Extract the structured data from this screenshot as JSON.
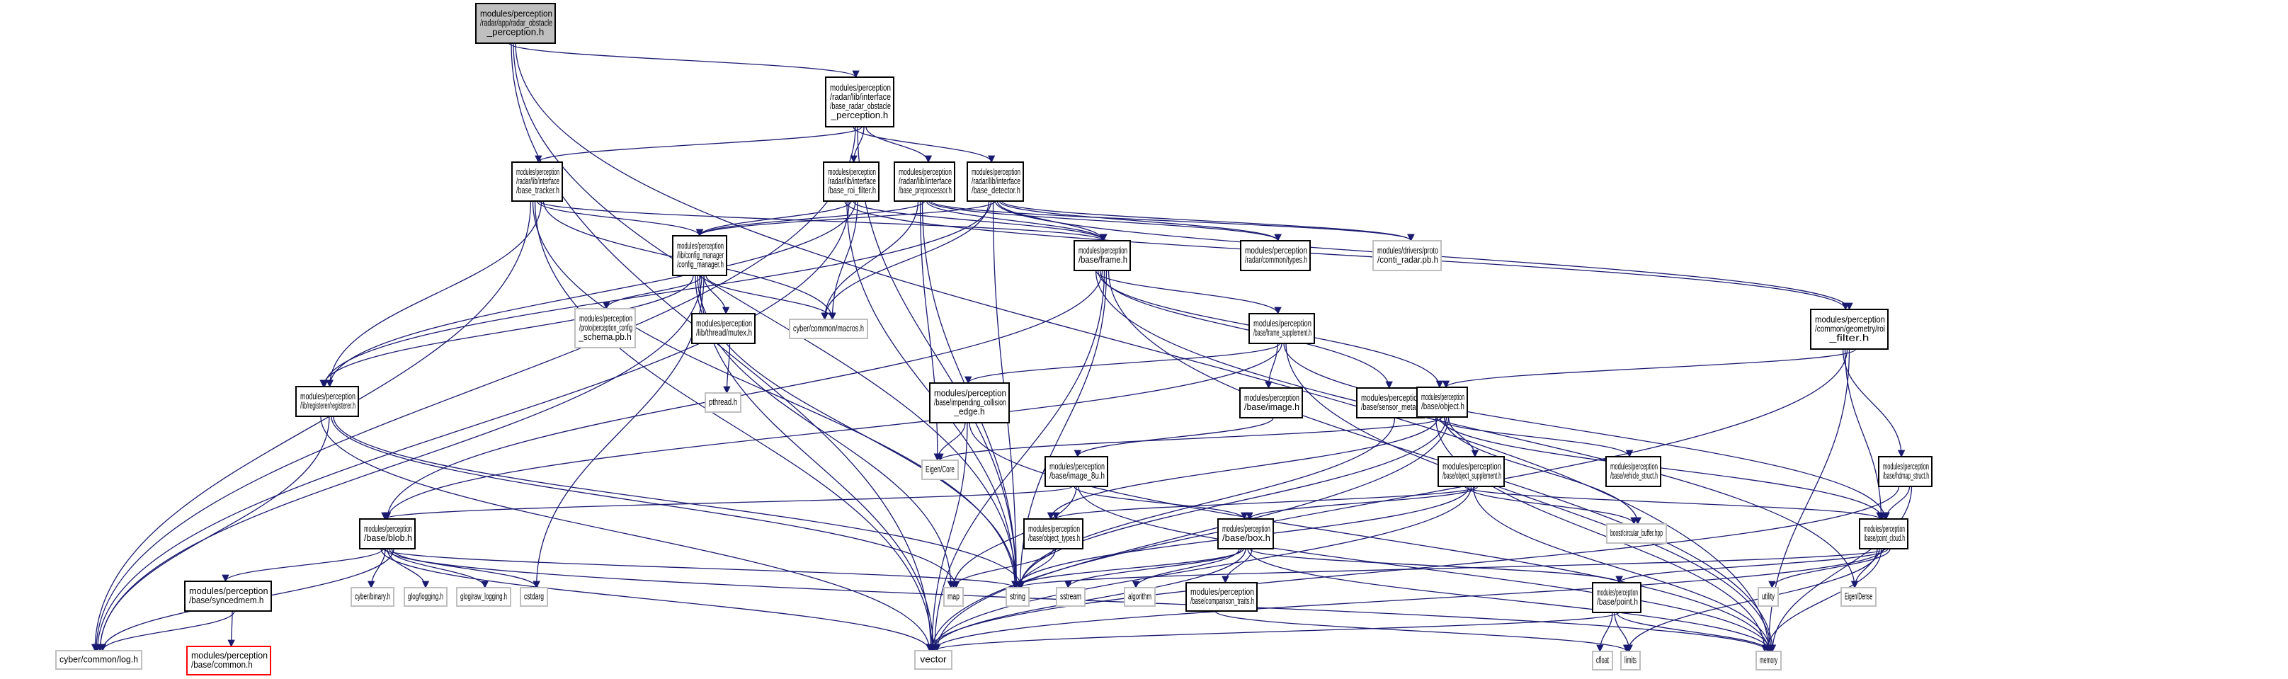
{
  "title": "Include dependency graph for radar_obstacle_perception.h",
  "legend_colors": {
    "edge": "#191970",
    "root_fill": "#bfbfbf",
    "external_border": "#bfbfbf",
    "missing_border": "#ff0000"
  },
  "nodes": [
    {
      "id": "root",
      "kind": "root",
      "lines": [
        "modules/perception",
        "/radar/app/radar_obstacle",
        "_perception.h"
      ]
    },
    {
      "id": "base_radar_obstacle_perception",
      "kind": "internal",
      "lines": [
        "modules/perception",
        "/radar/lib/interface",
        "/base_radar_obstacle",
        "_perception.h"
      ]
    },
    {
      "id": "base_tracker",
      "kind": "internal",
      "lines": [
        "modules/perception",
        "/radar/lib/interface",
        "/base_tracker.h"
      ]
    },
    {
      "id": "base_roi_filter",
      "kind": "internal",
      "lines": [
        "modules/perception",
        "/radar/lib/interface",
        "/base_roi_filter.h"
      ]
    },
    {
      "id": "base_preprocessor",
      "kind": "internal",
      "lines": [
        "modules/perception",
        "/radar/lib/interface",
        "/base_preprocessor.h"
      ]
    },
    {
      "id": "base_detector",
      "kind": "internal",
      "lines": [
        "modules/perception",
        "/radar/lib/interface",
        "/base_detector.h"
      ]
    },
    {
      "id": "config_manager",
      "kind": "internal",
      "lines": [
        "modules/perception",
        "/lib/config_manager",
        "/config_manager.h"
      ]
    },
    {
      "id": "frame",
      "kind": "internal",
      "lines": [
        "modules/perception",
        "/base/frame.h"
      ]
    },
    {
      "id": "radar_types",
      "kind": "internal",
      "lines": [
        "modules/perception",
        "/radar/common/types.h"
      ]
    },
    {
      "id": "conti_radar",
      "kind": "external",
      "lines": [
        "modules/drivers/proto",
        "/conti_radar.pb.h"
      ]
    },
    {
      "id": "perception_config_schema",
      "kind": "external",
      "lines": [
        "modules/perception",
        "/proto/perception_config",
        "_schema.pb.h"
      ]
    },
    {
      "id": "mutex",
      "kind": "internal",
      "lines": [
        "modules/perception",
        "/lib/thread/mutex.h"
      ]
    },
    {
      "id": "macros",
      "kind": "external",
      "lines": [
        "cyber/common/macros.h"
      ]
    },
    {
      "id": "frame_supplement",
      "kind": "internal",
      "lines": [
        "modules/perception",
        "/base/frame_supplement.h"
      ]
    },
    {
      "id": "roi_filter",
      "kind": "internal",
      "lines": [
        "modules/perception",
        "/common/geometry/roi",
        "_filter.h"
      ]
    },
    {
      "id": "pthread",
      "kind": "external",
      "lines": [
        "pthread.h"
      ]
    },
    {
      "id": "registerer",
      "kind": "internal",
      "lines": [
        "modules/perception",
        "/lib/registerer/registerer.h"
      ]
    },
    {
      "id": "impending_collision_edge",
      "kind": "internal",
      "lines": [
        "modules/perception",
        "/base/impending_collision",
        "_edge.h"
      ]
    },
    {
      "id": "image",
      "kind": "internal",
      "lines": [
        "modules/perception",
        "/base/image.h"
      ]
    },
    {
      "id": "sensor_meta",
      "kind": "internal",
      "lines": [
        "modules/perception",
        "/base/sensor_meta.h"
      ]
    },
    {
      "id": "object",
      "kind": "internal",
      "lines": [
        "modules/perception",
        "/base/object.h"
      ]
    },
    {
      "id": "eigen_core",
      "kind": "external",
      "lines": [
        "Eigen/Core"
      ]
    },
    {
      "id": "image_8u",
      "kind": "internal",
      "lines": [
        "modules/perception",
        "/base/image_8u.h"
      ]
    },
    {
      "id": "object_supplement",
      "kind": "internal",
      "lines": [
        "modules/perception",
        "/base/object_supplement.h"
      ]
    },
    {
      "id": "vehicle_struct",
      "kind": "internal",
      "lines": [
        "modules/perception",
        "/base/vehicle_struct.h"
      ]
    },
    {
      "id": "hdmap_struct",
      "kind": "internal",
      "lines": [
        "modules/perception",
        "/base/hdmap_struct.h"
      ]
    },
    {
      "id": "blob",
      "kind": "internal",
      "lines": [
        "modules/perception",
        "/base/blob.h"
      ]
    },
    {
      "id": "object_types",
      "kind": "internal",
      "lines": [
        "modules/perception",
        "/base/object_types.h"
      ]
    },
    {
      "id": "box",
      "kind": "internal",
      "lines": [
        "modules/perception",
        "/base/box.h"
      ]
    },
    {
      "id": "circular_buffer",
      "kind": "external",
      "lines": [
        "boost/circular_buffer.hpp"
      ]
    },
    {
      "id": "point_cloud",
      "kind": "internal",
      "lines": [
        "modules/perception",
        "/base/point_cloud.h"
      ]
    },
    {
      "id": "syncedmem",
      "kind": "internal",
      "lines": [
        "modules/perception",
        "/base/syncedmem.h"
      ]
    },
    {
      "id": "cyber_binary",
      "kind": "external",
      "lines": [
        "cyber/binary.h"
      ]
    },
    {
      "id": "glog_logging",
      "kind": "external",
      "lines": [
        "glog/logging.h"
      ]
    },
    {
      "id": "glog_raw_logging",
      "kind": "external",
      "lines": [
        "glog/raw_logging.h"
      ]
    },
    {
      "id": "cstdarg",
      "kind": "external",
      "lines": [
        "cstdarg"
      ]
    },
    {
      "id": "map",
      "kind": "external",
      "lines": [
        "map"
      ]
    },
    {
      "id": "string",
      "kind": "external",
      "lines": [
        "string"
      ]
    },
    {
      "id": "sstream",
      "kind": "external",
      "lines": [
        "sstream"
      ]
    },
    {
      "id": "algorithm",
      "kind": "external",
      "lines": [
        "algorithm"
      ]
    },
    {
      "id": "comparison_traits",
      "kind": "internal",
      "lines": [
        "modules/perception",
        "/base/comparison_traits.h"
      ]
    },
    {
      "id": "point",
      "kind": "internal",
      "lines": [
        "modules/perception",
        "/base/point.h"
      ]
    },
    {
      "id": "utility",
      "kind": "external",
      "lines": [
        "utility"
      ]
    },
    {
      "id": "eigen_dense",
      "kind": "external",
      "lines": [
        "Eigen/Dense"
      ]
    },
    {
      "id": "log",
      "kind": "external",
      "lines": [
        "cyber/common/log.h"
      ]
    },
    {
      "id": "common",
      "kind": "missing",
      "lines": [
        "modules/perception",
        "/base/common.h"
      ]
    },
    {
      "id": "vector",
      "kind": "external",
      "lines": [
        "vector"
      ]
    },
    {
      "id": "cfloat",
      "kind": "external",
      "lines": [
        "cfloat"
      ]
    },
    {
      "id": "limits",
      "kind": "external",
      "lines": [
        "limits"
      ]
    },
    {
      "id": "memory",
      "kind": "external",
      "lines": [
        "memory"
      ]
    }
  ],
  "edges": [
    [
      "root",
      "base_radar_obstacle_perception"
    ],
    [
      "root",
      "vector"
    ],
    [
      "root",
      "string"
    ],
    [
      "root",
      "memory"
    ],
    [
      "base_radar_obstacle_perception",
      "base_tracker"
    ],
    [
      "base_radar_obstacle_perception",
      "base_roi_filter"
    ],
    [
      "base_radar_obstacle_perception",
      "base_preprocessor"
    ],
    [
      "base_radar_obstacle_perception",
      "base_detector"
    ],
    [
      "base_radar_obstacle_perception",
      "log"
    ],
    [
      "base_radar_obstacle_perception",
      "string"
    ],
    [
      "base_tracker",
      "config_manager"
    ],
    [
      "base_tracker",
      "frame"
    ],
    [
      "base_tracker",
      "registerer"
    ],
    [
      "base_tracker",
      "macros"
    ],
    [
      "base_tracker",
      "log"
    ],
    [
      "base_tracker",
      "string"
    ],
    [
      "base_tracker",
      "vector"
    ],
    [
      "base_roi_filter",
      "config_manager"
    ],
    [
      "base_roi_filter",
      "frame"
    ],
    [
      "base_roi_filter",
      "registerer"
    ],
    [
      "base_roi_filter",
      "macros"
    ],
    [
      "base_roi_filter",
      "roi_filter"
    ],
    [
      "base_roi_filter",
      "string"
    ],
    [
      "base_roi_filter",
      "log"
    ],
    [
      "base_preprocessor",
      "config_manager"
    ],
    [
      "base_preprocessor",
      "frame"
    ],
    [
      "base_preprocessor",
      "radar_types"
    ],
    [
      "base_preprocessor",
      "conti_radar"
    ],
    [
      "base_preprocessor",
      "macros"
    ],
    [
      "base_preprocessor",
      "eigen_core"
    ],
    [
      "base_preprocessor",
      "string"
    ],
    [
      "base_detector",
      "config_manager"
    ],
    [
      "base_detector",
      "frame"
    ],
    [
      "base_detector",
      "radar_types"
    ],
    [
      "base_detector",
      "conti_radar"
    ],
    [
      "base_detector",
      "macros"
    ],
    [
      "base_detector",
      "registerer"
    ],
    [
      "base_detector",
      "string"
    ],
    [
      "base_detector",
      "roi_filter"
    ],
    [
      "config_manager",
      "perception_config_schema"
    ],
    [
      "config_manager",
      "mutex"
    ],
    [
      "config_manager",
      "macros"
    ],
    [
      "config_manager",
      "registerer"
    ],
    [
      "config_manager",
      "map"
    ],
    [
      "config_manager",
      "string"
    ],
    [
      "config_manager",
      "vector"
    ],
    [
      "config_manager",
      "log"
    ],
    [
      "config_manager",
      "cstdarg"
    ],
    [
      "mutex",
      "pthread"
    ],
    [
      "frame",
      "frame_supplement"
    ],
    [
      "frame",
      "object"
    ],
    [
      "frame",
      "sensor_meta"
    ],
    [
      "frame",
      "blob"
    ],
    [
      "frame",
      "vector"
    ],
    [
      "frame",
      "string"
    ],
    [
      "frame",
      "memory"
    ],
    [
      "frame",
      "eigen_dense"
    ],
    [
      "frame_supplement",
      "image"
    ],
    [
      "frame_supplement",
      "impending_collision_edge"
    ],
    [
      "frame_supplement",
      "blob"
    ],
    [
      "frame_supplement",
      "point_cloud"
    ],
    [
      "frame_supplement",
      "memory"
    ],
    [
      "roi_filter",
      "object"
    ],
    [
      "roi_filter",
      "hdmap_struct"
    ],
    [
      "roi_filter",
      "point_cloud"
    ],
    [
      "roi_filter",
      "vector"
    ],
    [
      "roi_filter",
      "memory"
    ],
    [
      "registerer",
      "log"
    ],
    [
      "registerer",
      "map"
    ],
    [
      "registerer",
      "string"
    ],
    [
      "registerer",
      "vector"
    ],
    [
      "impending_collision_edge",
      "eigen_core"
    ],
    [
      "impending_collision_edge",
      "vector"
    ],
    [
      "impending_collision_edge",
      "memory"
    ],
    [
      "image",
      "image_8u"
    ],
    [
      "sensor_meta",
      "string"
    ],
    [
      "object",
      "object_supplement"
    ],
    [
      "object",
      "vehicle_struct"
    ],
    [
      "object",
      "object_types"
    ],
    [
      "object",
      "point_cloud"
    ],
    [
      "object",
      "eigen_core"
    ],
    [
      "object",
      "circular_buffer"
    ],
    [
      "object",
      "string"
    ],
    [
      "object",
      "vector"
    ],
    [
      "object",
      "memory"
    ],
    [
      "image_8u",
      "blob"
    ],
    [
      "image_8u",
      "box"
    ],
    [
      "image_8u",
      "map"
    ],
    [
      "image_8u",
      "memory"
    ],
    [
      "object_supplement",
      "object_types"
    ],
    [
      "object_supplement",
      "box"
    ],
    [
      "object_supplement",
      "point_cloud"
    ],
    [
      "object_supplement",
      "circular_buffer"
    ],
    [
      "object_supplement",
      "string"
    ],
    [
      "object_supplement",
      "vector"
    ],
    [
      "object_supplement",
      "memory"
    ],
    [
      "hdmap_struct",
      "point_cloud"
    ],
    [
      "hdmap_struct",
      "memory"
    ],
    [
      "hdmap_struct",
      "vector"
    ],
    [
      "blob",
      "syncedmem"
    ],
    [
      "blob",
      "cyber_binary"
    ],
    [
      "blob",
      "glog_logging"
    ],
    [
      "blob",
      "glog_raw_logging"
    ],
    [
      "blob",
      "cstdarg"
    ],
    [
      "blob",
      "log"
    ],
    [
      "blob",
      "vector"
    ],
    [
      "blob",
      "string"
    ],
    [
      "blob",
      "memory"
    ],
    [
      "object_types",
      "map"
    ],
    [
      "object_types",
      "string"
    ],
    [
      "box",
      "point"
    ],
    [
      "box",
      "comparison_traits"
    ],
    [
      "box",
      "algorithm"
    ],
    [
      "box",
      "sstream"
    ],
    [
      "box",
      "string"
    ],
    [
      "box",
      "vector"
    ],
    [
      "box",
      "memory"
    ],
    [
      "point_cloud",
      "point"
    ],
    [
      "point_cloud",
      "utility"
    ],
    [
      "point_cloud",
      "eigen_dense"
    ],
    [
      "point_cloud",
      "limits"
    ],
    [
      "point_cloud",
      "memory"
    ],
    [
      "point_cloud",
      "vector"
    ],
    [
      "point_cloud",
      "string"
    ],
    [
      "syncedmem",
      "common"
    ],
    [
      "syncedmem",
      "log"
    ],
    [
      "comparison_traits",
      "limits"
    ],
    [
      "point",
      "cfloat"
    ],
    [
      "point",
      "limits"
    ],
    [
      "point",
      "memory"
    ],
    [
      "point",
      "vector"
    ]
  ]
}
